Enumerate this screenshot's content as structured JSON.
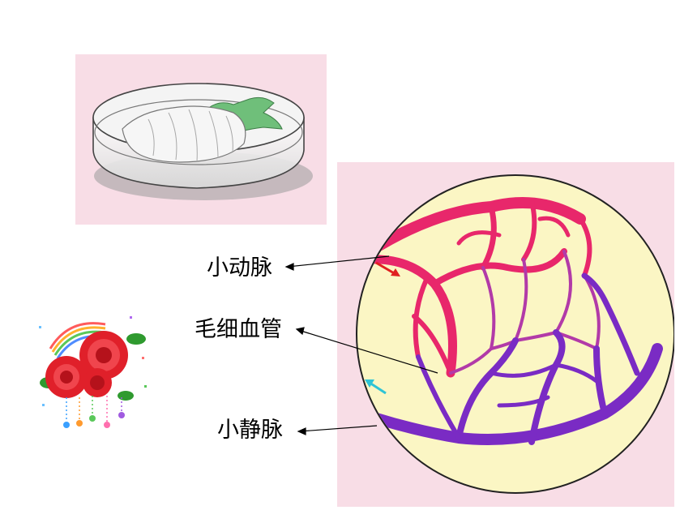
{
  "labels": {
    "arteriole": "小动脉",
    "capillary": "毛细血管",
    "venule": "小静脉"
  },
  "colors": {
    "panel_background": "#f8dde6",
    "field_of_view": "#fbf6c4",
    "artery": "#e8276b",
    "vein": "#7a2bc4",
    "arteriole_flow_arrow": "#e02020",
    "venule_flow_arrow": "#2ec4d6"
  },
  "icons": {
    "dish": "petri-dish-with-fish-icon",
    "rose": "pixel-roses-decoration-icon"
  }
}
